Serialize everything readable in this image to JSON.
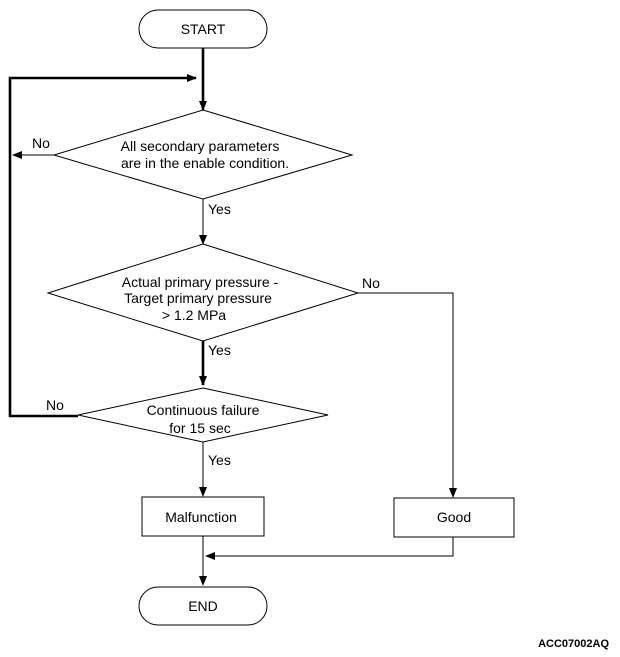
{
  "nodes": {
    "start": "START",
    "check_params": [
      "All secondary parameters",
      "are in the enable condition."
    ],
    "check_pressure": [
      "Actual primary pressure -",
      "Target primary pressure",
      "> 1.2 MPa"
    ],
    "check_failure": [
      "Continuous failure",
      "for 15 sec"
    ],
    "malfunction": "Malfunction",
    "good": "Good",
    "end": "END"
  },
  "edges": {
    "params_no": "No",
    "params_yes": "Yes",
    "pressure_no": "No",
    "pressure_yes": "Yes",
    "failure_no": "No",
    "failure_yes": "Yes"
  },
  "figure_code": "ACC07002AQ"
}
